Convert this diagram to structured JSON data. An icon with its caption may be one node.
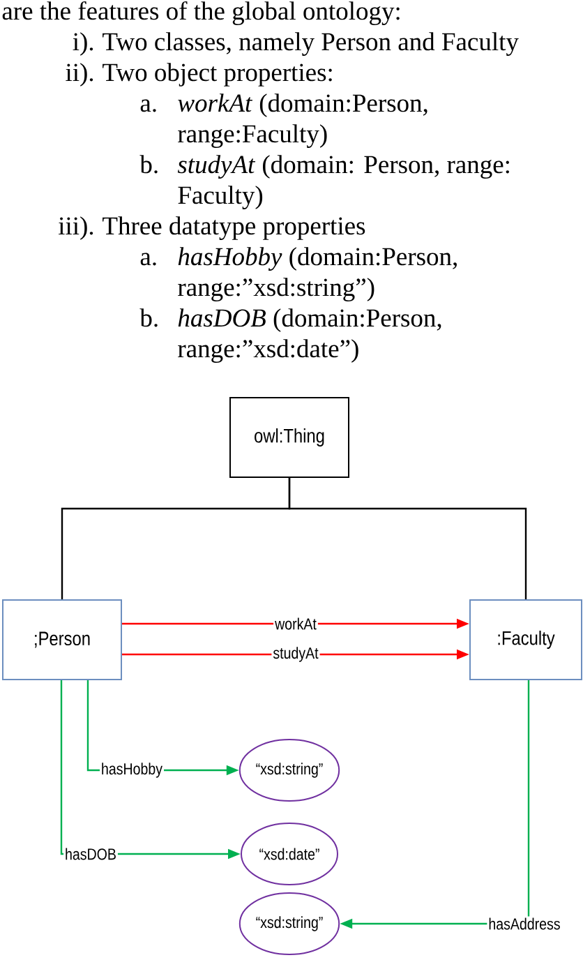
{
  "diagram": {
    "nodes": [
      {
        "text": [
          "owl:Thing"
        ]
      },
      {
        "text": [
          ";Person"
        ]
      },
      {
        "text": [
          ":Faculty"
        ]
      },
      {
        "text": [
          "“xsd:string”"
        ]
      },
      {
        "text": [
          "“xsd:date”"
        ]
      },
      {
        "text": [
          "“xsd:string”"
        ]
      }
    ],
    "edges": [
      {
        "from": 0,
        "to": 1,
        "arrow": "none",
        "color": "#000000"
      },
      {
        "from": 0,
        "to": 2,
        "arrow": "none",
        "color": "#000000"
      },
      {
        "from": 1,
        "to": 2,
        "arrow": "to",
        "label": "workAt",
        "color": "#ff0000"
      },
      {
        "from": 1,
        "to": 2,
        "arrow": "to",
        "label": "studyAt",
        "color": "#ff0000"
      },
      {
        "from": 1,
        "to": 3,
        "arrow": "to",
        "label": "hasHobby"
      },
      {
        "from": 1,
        "to": 4,
        "arrow": "to",
        "label": "hasDOB"
      },
      {
        "from": 2,
        "to": 5,
        "arrow": "to",
        "label": "hasAddress"
      }
    ],
    "labels": [
      "are the features of the global ontology:",
      "i).",
      "Two classes, namely Person and Faculty",
      "ii).",
      "Two object properties:",
      "a.",
      "*workAt* (domain:Person, range:Faculty)",
      "b.",
      "*studyAt* (domain: Person, range: Faculty)",
      "iii).",
      "Three datatype properties",
      "a.",
      "*hasHobby* (domain:Person, range:”xsd:string”)",
      "b.",
      "*hasDOB* (domain:Person, range:”xsd:date”)"
    ]
  }
}
